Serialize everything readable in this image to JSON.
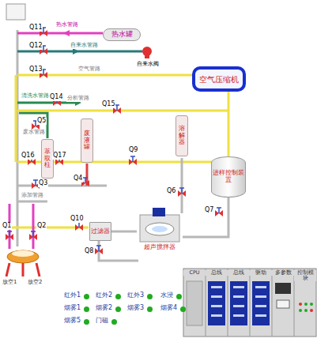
{
  "diagram": {
    "nodes": [
      {
        "text": [
          "热水罐"
        ]
      },
      {
        "text": [
          "空气压缩机"
        ]
      },
      {
        "text": [
          "萃取柱"
        ]
      },
      {
        "text": [
          "废液罐"
        ]
      },
      {
        "text": [
          "溶解器"
        ]
      },
      {
        "text": [
          "进样控制装置"
        ]
      },
      {
        "text": [
          "过滤器"
        ]
      },
      {
        "text": [
          "超声搅拌器"
        ]
      }
    ],
    "edges": [
      {
        "from": 1,
        "to": 5,
        "arrow": "none"
      },
      {
        "from": 5,
        "to": 7,
        "arrow": "none"
      },
      {
        "from": 6,
        "to": 7,
        "arrow": "none"
      }
    ],
    "labels": [
      "Q11",
      "热水管路",
      "Q12",
      "自来水管路",
      "自来水阀",
      "Q13",
      "空气管路",
      "清洗水管路",
      "Q14",
      "分析管路",
      "Q15",
      "Q5",
      "废水管路",
      "Q16",
      "Q17",
      "Q9",
      "Q3",
      "Q4",
      "添加管路",
      "Q6",
      "Q7",
      "Q10",
      "Q1",
      "Q2",
      "Q8",
      "放空1",
      "放空2",
      "CPU",
      "总线",
      "总线",
      "驱动",
      "多参数",
      "控制模块"
    ],
    "legend": [
      {
        "text": "红外1",
        "color": "#22aa22"
      },
      {
        "text": "红外2",
        "color": "#22aa22"
      },
      {
        "text": "红外3",
        "color": "#22aa22"
      },
      {
        "text": "水浸",
        "color": "#22aa22"
      },
      {
        "text": "烟雾1",
        "color": "#22aa22"
      },
      {
        "text": "烟雾2",
        "color": "#22aa22"
      },
      {
        "text": "烟雾3",
        "color": "#22aa22"
      },
      {
        "text": "烟雾4",
        "color": "#22aa22"
      },
      {
        "text": "烟雾5",
        "color": "#22aa22"
      },
      {
        "text": "门磁",
        "color": "#22aa22"
      }
    ]
  }
}
